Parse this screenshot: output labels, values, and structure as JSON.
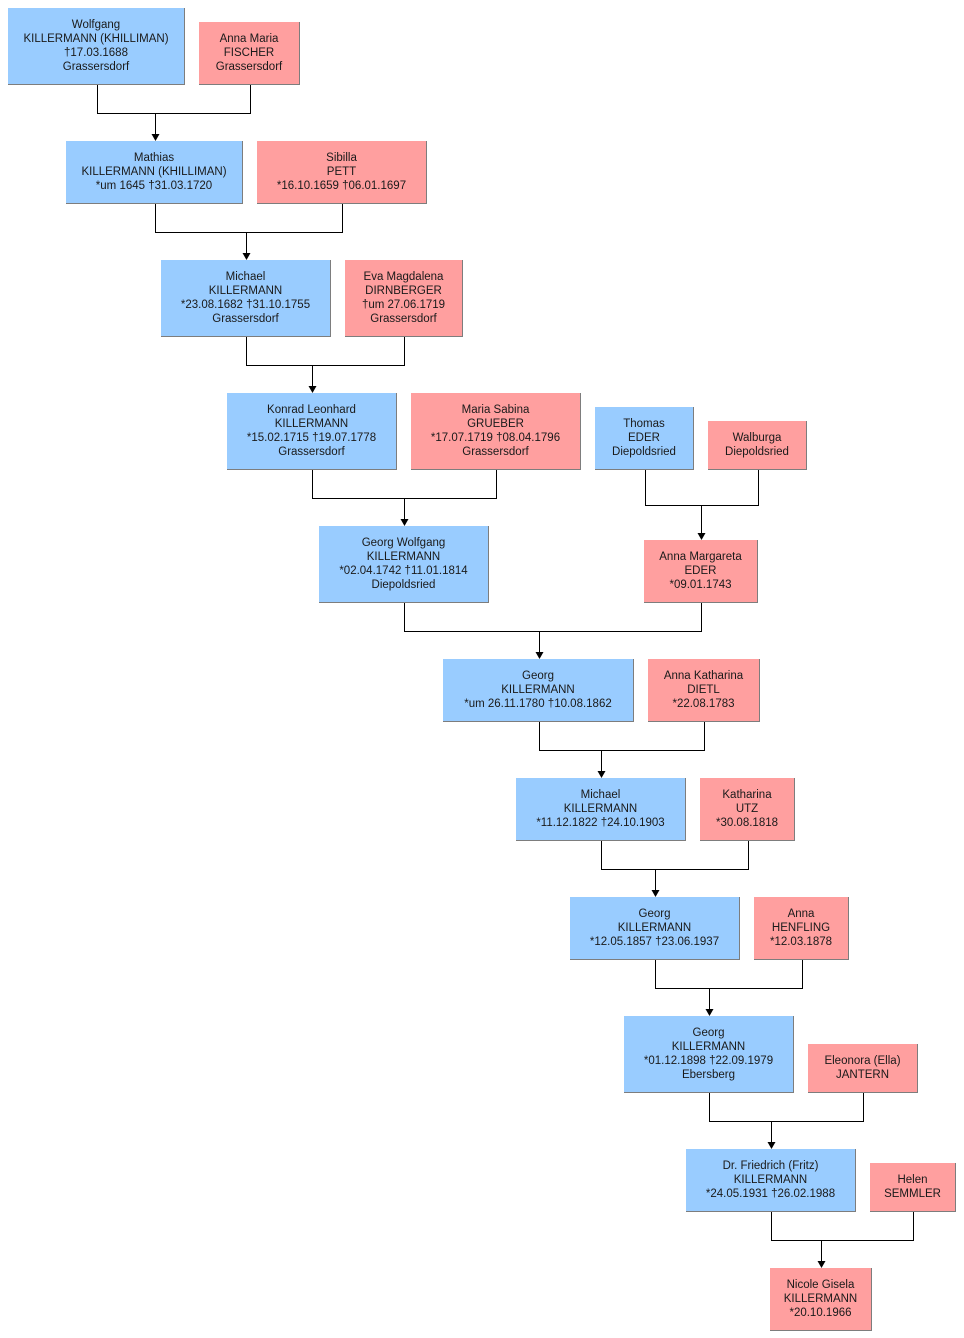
{
  "colors": {
    "male": "#99ccff",
    "female": "#ff9f9f",
    "line": "#000000",
    "border": "#7d7d7d"
  },
  "people": [
    {
      "id": "wolfgang",
      "sex": "m",
      "lines": [
        "Wolfgang",
        "KILLERMANN (KHILLIMAN)",
        "†17.03.1688",
        "Grassersdorf"
      ]
    },
    {
      "id": "anna-maria",
      "sex": "f",
      "lines": [
        "Anna Maria",
        "FISCHER",
        "Grassersdorf"
      ]
    },
    {
      "id": "mathias",
      "sex": "m",
      "lines": [
        "Mathias",
        "KILLERMANN (KHILLIMAN)",
        "*um 1645  †31.03.1720"
      ]
    },
    {
      "id": "sibilla",
      "sex": "f",
      "lines": [
        "Sibilla",
        "PETT",
        "*16.10.1659  †06.01.1697"
      ]
    },
    {
      "id": "michael-1682",
      "sex": "m",
      "lines": [
        "Michael",
        "KILLERMANN",
        "*23.08.1682  †31.10.1755",
        "Grassersdorf"
      ]
    },
    {
      "id": "eva-magdalena",
      "sex": "f",
      "lines": [
        "Eva Magdalena",
        "DIRNBERGER",
        "†um 27.06.1719",
        "Grassersdorf"
      ]
    },
    {
      "id": "konrad-leonhard",
      "sex": "m",
      "lines": [
        "Konrad Leonhard",
        "KILLERMANN",
        "*15.02.1715  †19.07.1778",
        "Grassersdorf"
      ]
    },
    {
      "id": "maria-sabina",
      "sex": "f",
      "lines": [
        "Maria Sabina",
        "GRUEBER",
        "*17.07.1719  †08.04.1796",
        "Grassersdorf"
      ]
    },
    {
      "id": "thomas",
      "sex": "m",
      "lines": [
        "Thomas",
        "EDER",
        "Diepoldsried"
      ]
    },
    {
      "id": "walburga",
      "sex": "f",
      "lines": [
        "Walburga",
        "Diepoldsried"
      ]
    },
    {
      "id": "georg-wolfgang",
      "sex": "m",
      "lines": [
        "Georg Wolfgang",
        "KILLERMANN",
        "*02.04.1742  †11.01.1814",
        "Diepoldsried"
      ]
    },
    {
      "id": "anna-margareta",
      "sex": "f",
      "lines": [
        "Anna Margareta",
        "EDER",
        "*09.01.1743"
      ]
    },
    {
      "id": "georg-1780",
      "sex": "m",
      "lines": [
        "Georg",
        "KILLERMANN",
        "*um 26.11.1780  †10.08.1862"
      ]
    },
    {
      "id": "anna-katharina",
      "sex": "f",
      "lines": [
        "Anna Katharina",
        "DIETL",
        "*22.08.1783"
      ]
    },
    {
      "id": "michael-1822",
      "sex": "m",
      "lines": [
        "Michael",
        "KILLERMANN",
        "*11.12.1822  †24.10.1903"
      ]
    },
    {
      "id": "katharina",
      "sex": "f",
      "lines": [
        "Katharina",
        "UTZ",
        "*30.08.1818"
      ]
    },
    {
      "id": "georg-1857",
      "sex": "m",
      "lines": [
        "Georg",
        "KILLERMANN",
        "*12.05.1857  †23.06.1937"
      ]
    },
    {
      "id": "anna-henfling",
      "sex": "f",
      "lines": [
        "Anna",
        "HENFLING",
        "*12.03.1878"
      ]
    },
    {
      "id": "georg-1898",
      "sex": "m",
      "lines": [
        "Georg",
        "KILLERMANN",
        "*01.12.1898  †22.09.1979",
        "Ebersberg"
      ]
    },
    {
      "id": "eleonora",
      "sex": "f",
      "lines": [
        "Eleonora (Ella)",
        "JANTERN"
      ]
    },
    {
      "id": "friedrich",
      "sex": "m",
      "lines": [
        "Dr. Friedrich (Fritz)",
        "KILLERMANN",
        "*24.05.1931  †26.02.1988"
      ]
    },
    {
      "id": "helen",
      "sex": "f",
      "lines": [
        "Helen",
        "SEMMLER"
      ]
    },
    {
      "id": "nicole",
      "sex": "f",
      "lines": [
        "Nicole Gisela",
        "KILLERMANN",
        "*20.10.1966"
      ]
    }
  ],
  "families": [
    {
      "father": "wolfgang",
      "mother": "anna-maria",
      "child": "mathias"
    },
    {
      "father": "mathias",
      "mother": "sibilla",
      "child": "michael-1682"
    },
    {
      "father": "michael-1682",
      "mother": "eva-magdalena",
      "child": "konrad-leonhard"
    },
    {
      "father": "konrad-leonhard",
      "mother": "maria-sabina",
      "child": "georg-wolfgang"
    },
    {
      "father": "thomas",
      "mother": "walburga",
      "child": "anna-margareta"
    },
    {
      "father": "georg-wolfgang",
      "mother": "anna-margareta",
      "child": "georg-1780"
    },
    {
      "father": "georg-1780",
      "mother": "anna-katharina",
      "child": "michael-1822"
    },
    {
      "father": "michael-1822",
      "mother": "katharina",
      "child": "georg-1857"
    },
    {
      "father": "georg-1857",
      "mother": "anna-henfling",
      "child": "georg-1898"
    },
    {
      "father": "georg-1898",
      "mother": "eleonora",
      "child": "friedrich"
    },
    {
      "father": "friedrich",
      "mother": "helen",
      "child": "nicole"
    }
  ]
}
